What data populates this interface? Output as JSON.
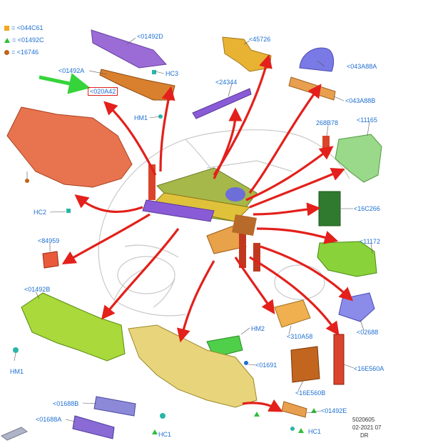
{
  "legend": [
    {
      "symbol": "square",
      "color": "#f2a81d",
      "text": "= <044C61"
    },
    {
      "symbol": "triangle",
      "color": "#2fbf3a",
      "text": "= <01492C"
    },
    {
      "symbol": "dot",
      "color": "#c0641c",
      "text": "= <16746"
    }
  ],
  "labels": {
    "l01492D": "<01492D",
    "lHC3": "HC3",
    "l01492A": "<01492A",
    "l020A42": "<020A42",
    "lHM1a": "HM1",
    "l45726": "<45726",
    "l043A88A": "<043A88A",
    "l24344": "<24344",
    "l043A88B": "<043A88B",
    "l268B78": "268B78",
    "l11165": "<11165",
    "lHC2": "HC2",
    "l16C266": "<16C266",
    "l84959": "<84959",
    "l11172": "<11172",
    "l01492B": "<01492B",
    "l02688": "<02688",
    "lHM2": "HM2",
    "l310A58": "<310A58",
    "lHM1b": "HM1",
    "l01691": "<01691",
    "l16E560A": "<16E560A",
    "l16E560B": "<16E560B",
    "l01688B": "<01688B",
    "l01688A": "<01688A",
    "l01492E": "<01492E",
    "lHC1a": "HC1",
    "lHC1b": "HC1"
  },
  "footer": [
    "5020605",
    "02-2021 07",
    "DR"
  ],
  "colors": {
    "callout": "#1f6fd1",
    "arrow": "#e3201b",
    "indicator": "#35d43a",
    "highlight_box": "#e02020"
  }
}
